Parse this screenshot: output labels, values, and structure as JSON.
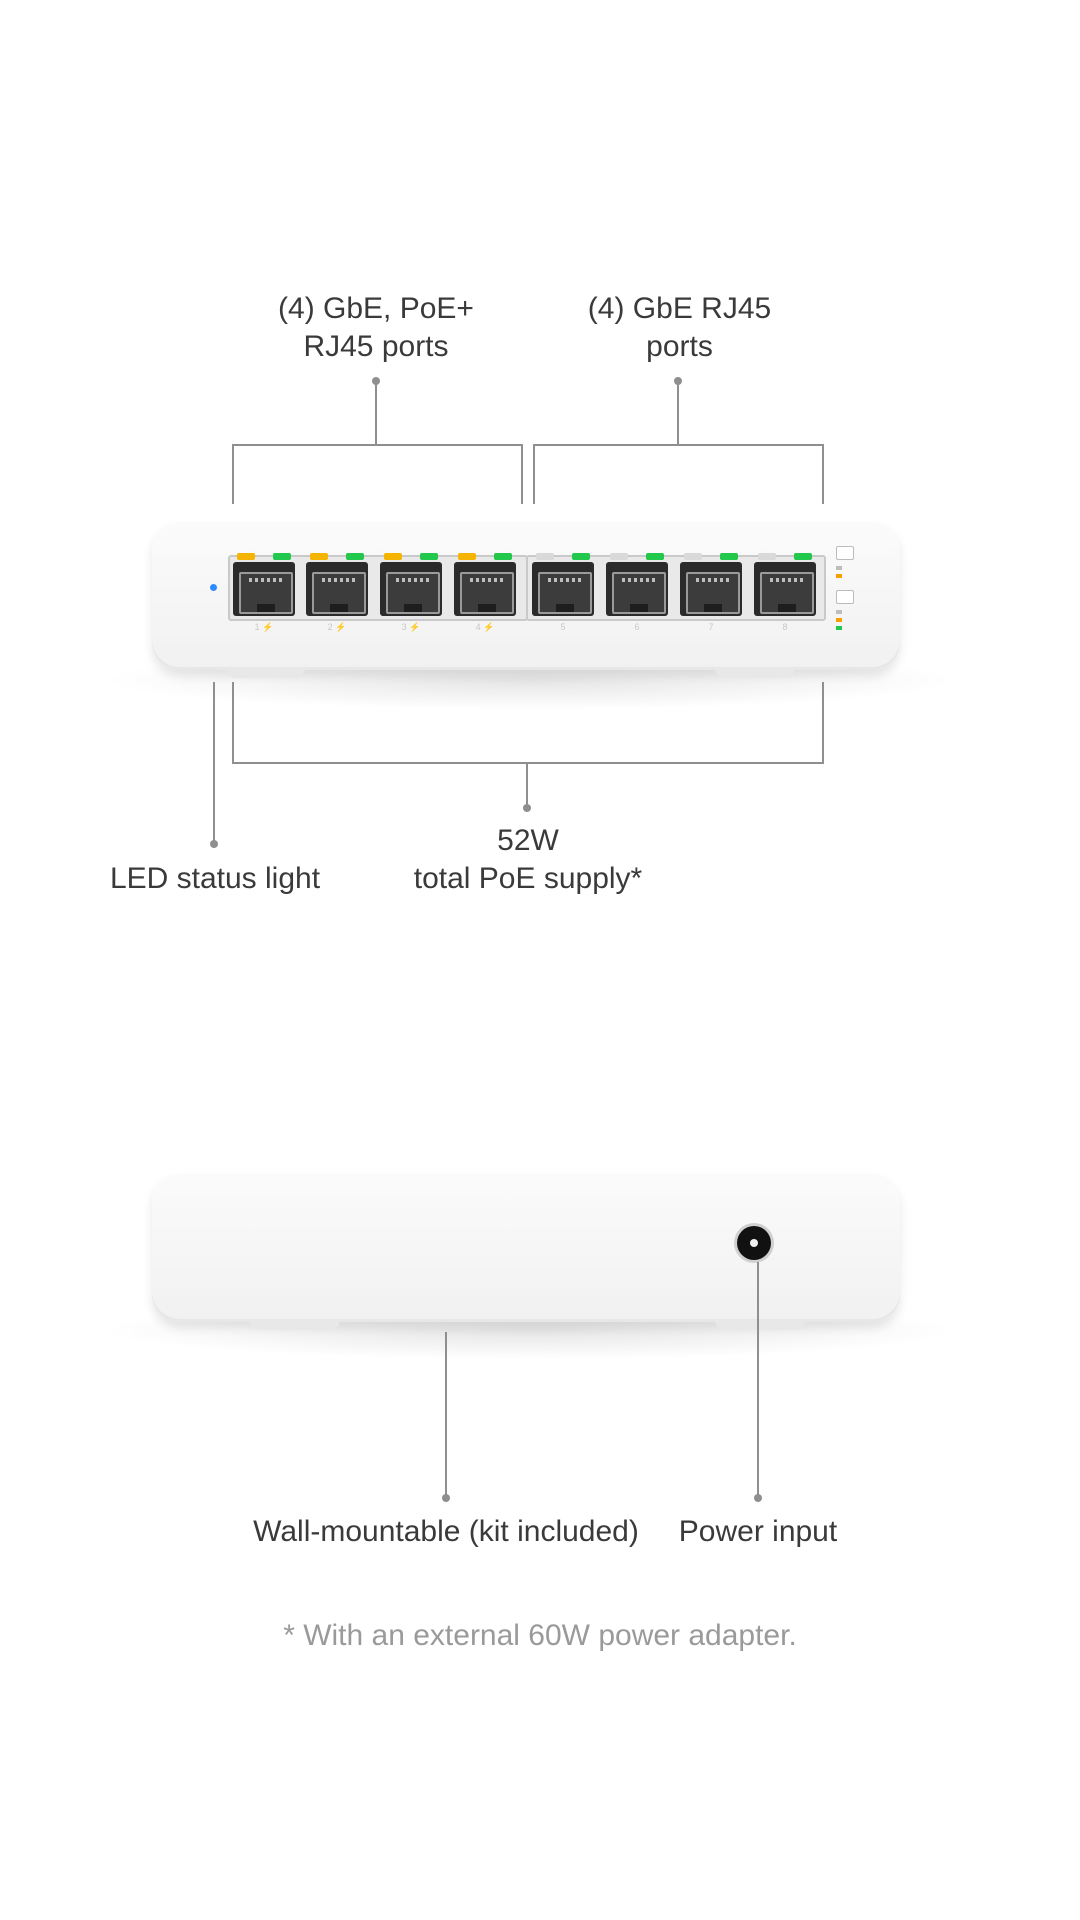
{
  "front": {
    "poe_ports_label_line1": "(4) GbE, PoE+",
    "poe_ports_label_line2": "RJ45 ports",
    "rj45_ports_label_line1": "(4) GbE RJ45",
    "rj45_ports_label_line2": "ports",
    "led_label": "LED status light",
    "poe_supply_line1": "52W",
    "poe_supply_line2": "total PoE supply*"
  },
  "back": {
    "wall_mount_label": "Wall-mountable (kit included)",
    "power_label": "Power input"
  },
  "footnote": "* With an external 60W power adapter.",
  "colors": {
    "led_amber": "#f5b400",
    "led_green": "#22c84b",
    "status_led_blue": "#2d8cff",
    "line_gray": "#8f8f8f"
  }
}
